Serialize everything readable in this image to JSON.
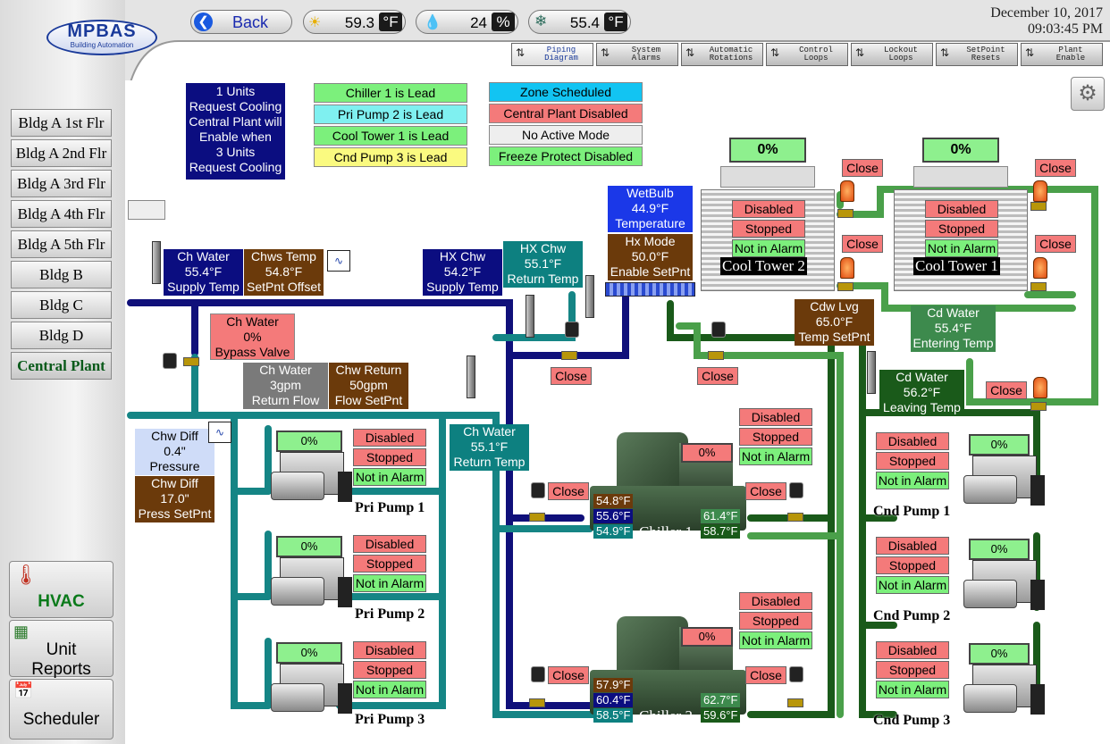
{
  "brand": {
    "name": "MPBAS",
    "tagline": "Building Automation"
  },
  "header": {
    "back_label": "Back",
    "outdoor_temp": "59.3",
    "temp_unit": "°F",
    "humidity": "24",
    "humidity_unit": "%",
    "dewpoint": "55.4",
    "dewpoint_unit": "°F",
    "date": "December 10, 2017",
    "time": "09:03:45 PM"
  },
  "tabs": [
    {
      "label": "Piping Diagram",
      "l1": "Piping",
      "l2": "Diagram"
    },
    {
      "l1": "System",
      "l2": "Alarms"
    },
    {
      "l1": "Automatic",
      "l2": "Rotations"
    },
    {
      "l1": "Control",
      "l2": "Loops"
    },
    {
      "l1": "Lockout",
      "l2": "Loops"
    },
    {
      "l1": "SetPoint",
      "l2": "Resets"
    },
    {
      "l1": "Plant",
      "l2": "Enable"
    }
  ],
  "sidebar": {
    "items": [
      "Bldg A 1st Flr",
      "Bldg A 2nd Flr",
      "Bldg A 3rd Flr",
      "Bldg A 4th Flr",
      "Bldg A 5th Flr",
      "Bldg B",
      "Bldg C",
      "Bldg D",
      "Central Plant"
    ],
    "hvac": "HVAC",
    "unit_reports_1": "Unit",
    "unit_reports_2": "Reports",
    "scheduler": "Scheduler"
  },
  "info": {
    "units_1": "1  Units",
    "units_2": "Request Cooling",
    "units_3": "Central Plant will",
    "units_4": "Enable when",
    "units_5": "3 Units",
    "units_6": "Request Cooling",
    "lead": [
      "Chiller 1 is Lead",
      "Pri Pump 2 is Lead",
      "Cool Tower 1 is Lead",
      "Cnd Pump 3 is Lead"
    ],
    "mode": [
      "Zone Scheduled",
      "Central Plant Disabled",
      "No Active Mode",
      "Freeze Protect Disabled"
    ]
  },
  "points": {
    "chw_supply": [
      "Ch Water",
      "55.4°F",
      "Supply Temp"
    ],
    "chws_temp": [
      "Chws Temp",
      "54.8°F",
      "SetPnt Offset"
    ],
    "bypass": [
      "Ch Water",
      "0%",
      "Bypass Valve"
    ],
    "return_flow": [
      "Ch Water",
      "3gpm",
      "Return Flow"
    ],
    "chw_return_sp": [
      "Chw Return",
      "50gpm",
      "Flow SetPnt"
    ],
    "chw_diff": [
      "Chw Diff",
      "0.4\"",
      "Pressure"
    ],
    "chw_diff_sp": [
      "Chw Diff",
      "17.0\"",
      "Press SetPnt"
    ],
    "hx_supply": [
      "HX Chw",
      "54.2°F",
      "Supply Temp"
    ],
    "hx_return": [
      "HX Chw",
      "55.1°F",
      "Return Temp"
    ],
    "chw_return": [
      "Ch Water",
      "55.1°F",
      "Return Temp"
    ],
    "wetbulb": [
      "WetBulb",
      "44.9°F",
      "Temperature"
    ],
    "hx_mode": [
      "Hx Mode",
      "50.0°F",
      "Enable SetPnt"
    ],
    "cdw_lvg": [
      "Cdw Lvg",
      "65.0°F",
      "Temp SetPnt"
    ],
    "cd_entering": [
      "Cd Water",
      "55.4°F",
      "Entering Temp"
    ],
    "cd_leaving": [
      "Cd Water",
      "56.2°F",
      "Leaving Temp"
    ]
  },
  "status": {
    "disabled": "Disabled",
    "stopped": "Stopped",
    "not_in_alarm": "Not in Alarm",
    "close": "Close",
    "zero_pct": "0%"
  },
  "towers": [
    {
      "name": "Cool Tower 2",
      "pct": "0%"
    },
    {
      "name": "Cool Tower 1",
      "pct": "0%"
    }
  ],
  "chillers": [
    {
      "name": "Chiller 1",
      "pct": "0%",
      "t1": "54.8°F",
      "t2": "55.6°F",
      "t3": "54.9°F",
      "t4": "61.4°F",
      "t5": "58.7°F"
    },
    {
      "name": "Chiller 2",
      "pct": "0%",
      "t1": "57.9°F",
      "t2": "60.4°F",
      "t3": "58.5°F",
      "t4": "62.7°F",
      "t5": "59.6°F"
    }
  ],
  "pri_pumps": [
    "Pri Pump 1",
    "Pri Pump 2",
    "Pri Pump 3"
  ],
  "cnd_pumps": [
    "Cnd Pump 1",
    "Cnd Pump 2",
    "Cnd Pump 3"
  ]
}
